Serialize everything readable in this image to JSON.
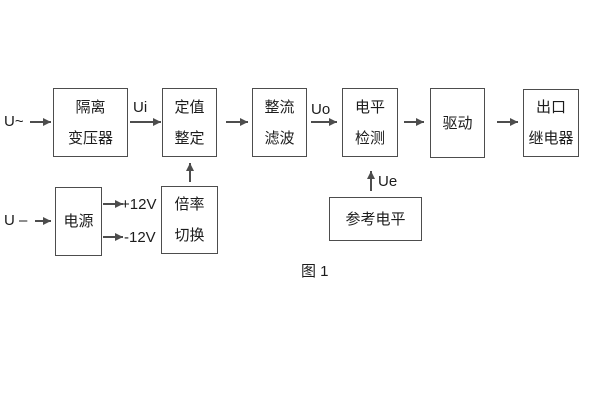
{
  "diagram": {
    "caption": "图 1",
    "colors": {
      "line": "#4d4d4d",
      "text": "#1c1c1c",
      "background": "#ffffff"
    },
    "inputs": {
      "ac": "U~",
      "dc": "U –"
    },
    "signals": {
      "ui": "Ui",
      "uo": "Uo",
      "ue": "Ue"
    },
    "power_outputs": {
      "positive": "+12V",
      "negative": "-12V"
    },
    "blocks": {
      "isolation_transformer": {
        "line1": "隔离",
        "line2": "变压器"
      },
      "setpoint_adjust": {
        "line1": "定值",
        "line2": "整定"
      },
      "rectifier_filter": {
        "line1": "整流",
        "line2": "滤波"
      },
      "level_detect": {
        "line1": "电平",
        "line2": "检测"
      },
      "driver": {
        "line1": "驱动"
      },
      "output_relay": {
        "line1": "出口",
        "line2": "继电器"
      },
      "power_supply": {
        "line1": "电源"
      },
      "ratio_switch": {
        "line1": "倍率",
        "line2": "切换"
      },
      "reference_level": {
        "line1": "参考电平"
      }
    }
  }
}
